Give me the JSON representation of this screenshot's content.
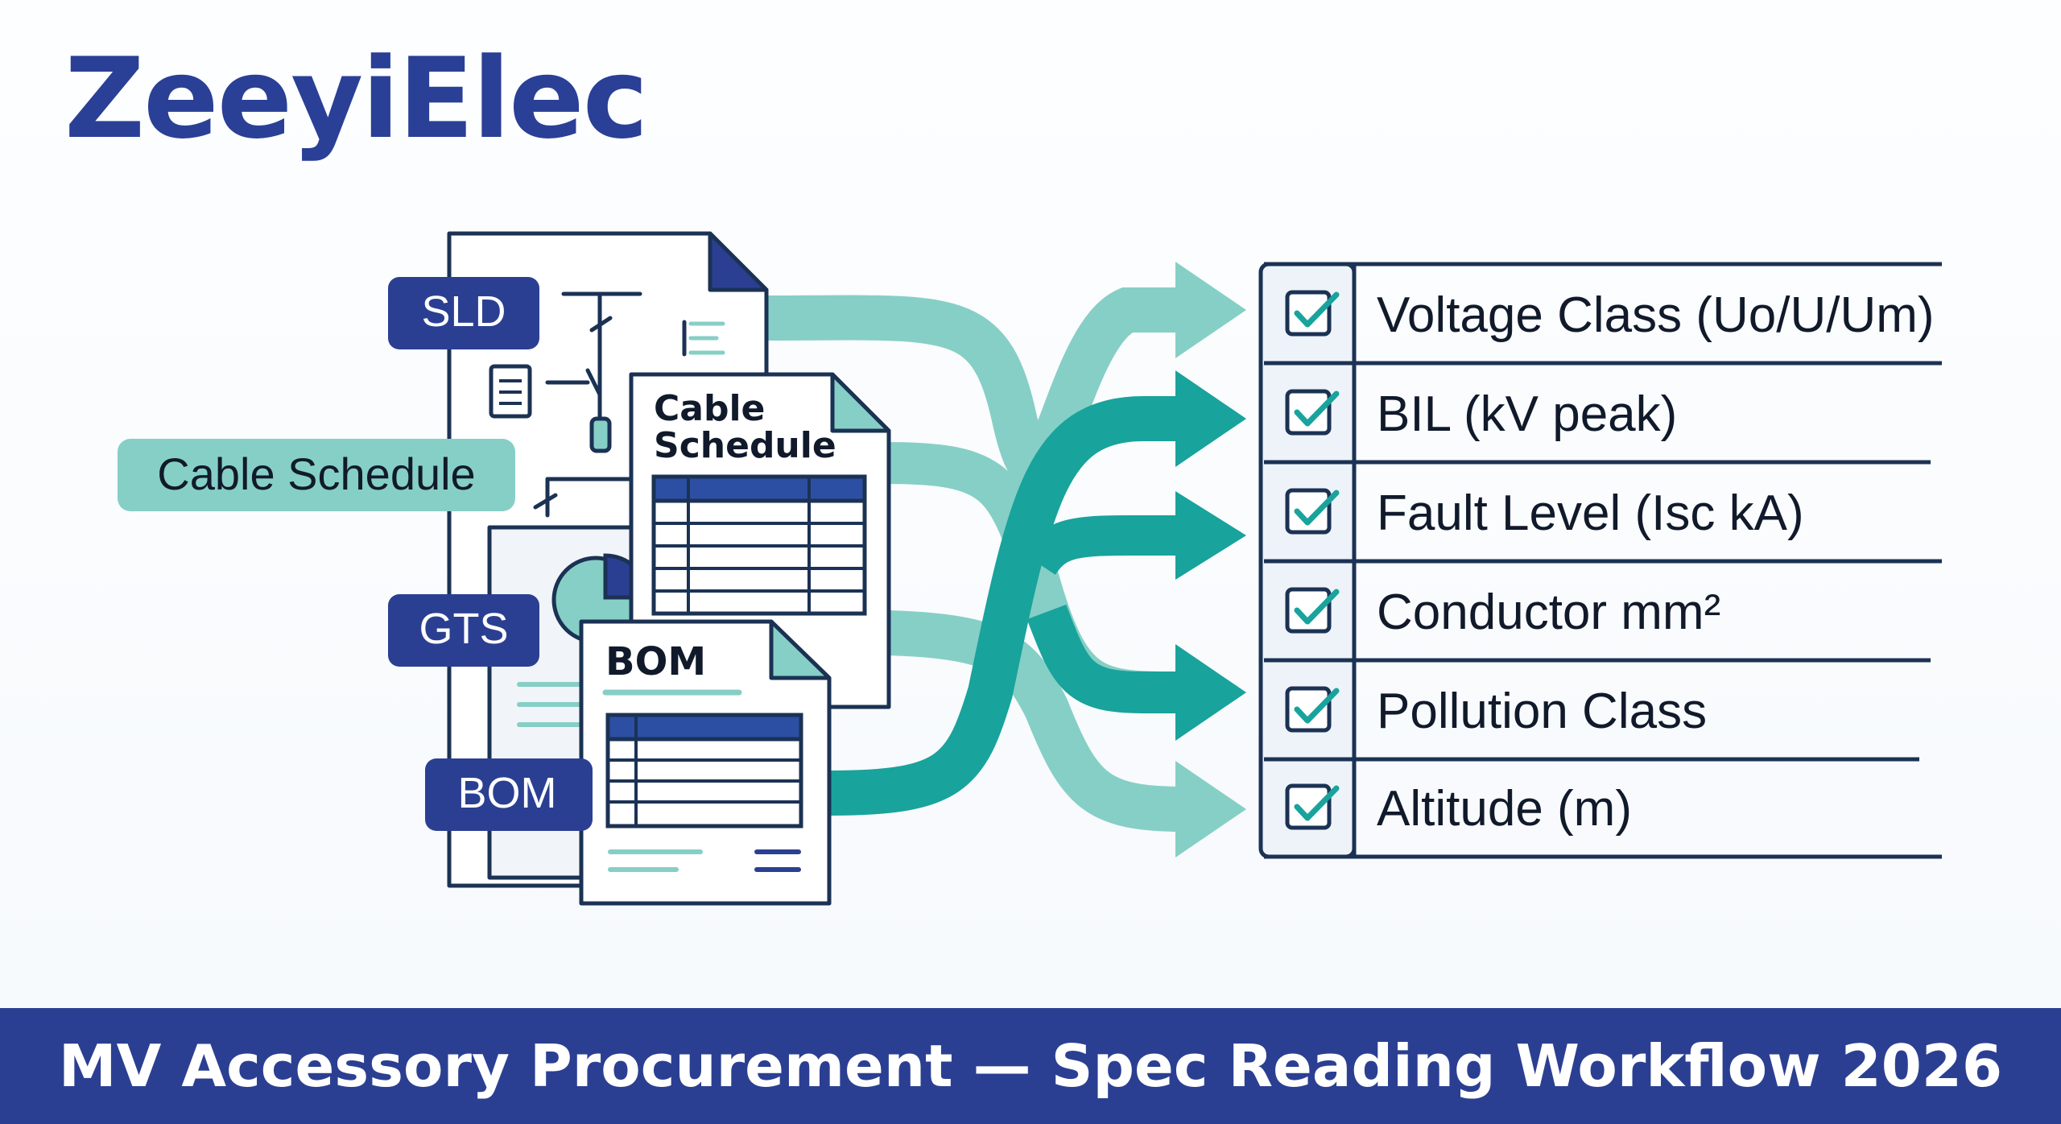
{
  "brand": {
    "name": "ZeeyiElec"
  },
  "tags": {
    "sld": "SLD",
    "cable_schedule": "Cable Schedule",
    "gts": "GTS",
    "bom": "BOM"
  },
  "documents": {
    "cable_schedule_line1": "Cable",
    "cable_schedule_line2": "Schedule",
    "bom_title": "BOM"
  },
  "checklist": {
    "items": [
      "Voltage Class (Uo/U/Um)",
      "BIL (kV peak)",
      "Fault Level (Isc kA)",
      "Conductor mm²",
      "Pollution Class",
      "Altitude (m)"
    ]
  },
  "footer": {
    "text": "MV Accessory Procurement — Spec Reading Workflow 2026"
  },
  "colors": {
    "navy": "#2b3f92",
    "teal_light": "#86cfc6",
    "teal_dark": "#18a39c",
    "doc_outline": "#1b3254",
    "table_header": "#2c4fa4"
  }
}
